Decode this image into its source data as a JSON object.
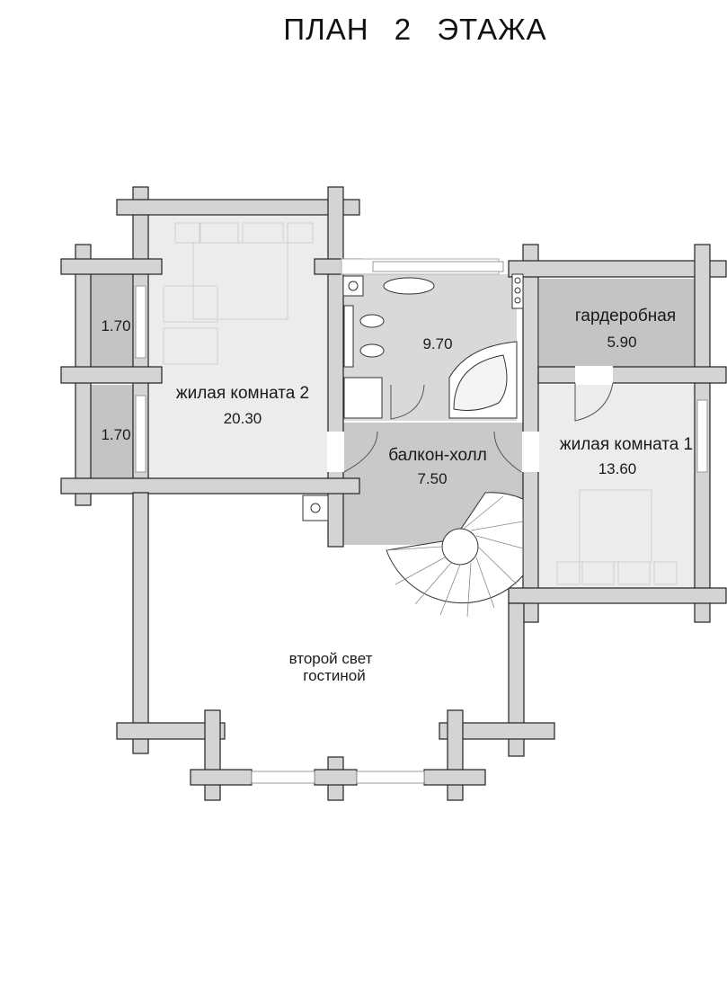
{
  "title": "ПЛАН  2  ЭТАЖА",
  "rooms": {
    "room2": {
      "name": "жилая комната 2",
      "area": "20.30"
    },
    "closet_top": {
      "area": "1.70"
    },
    "closet_bottom": {
      "area": "1.70"
    },
    "bathroom": {
      "area": "9.70"
    },
    "wardrobe": {
      "name": "гардеробная",
      "area": "5.90"
    },
    "room1": {
      "name": "жилая комната 1",
      "area": "13.60"
    },
    "balcony_hall": {
      "name": "балкон-холл",
      "area": "7.50"
    },
    "second_light": {
      "line1": "второй свет",
      "line2": "гостиной"
    }
  },
  "colors": {
    "wall": "#d4d4d4",
    "wall_stroke": "#222222",
    "room_light": "#ececec",
    "room_mid": "#d9d9d9",
    "room_dark": "#c4c4c4",
    "furniture_stroke": "#cfcfcf"
  }
}
